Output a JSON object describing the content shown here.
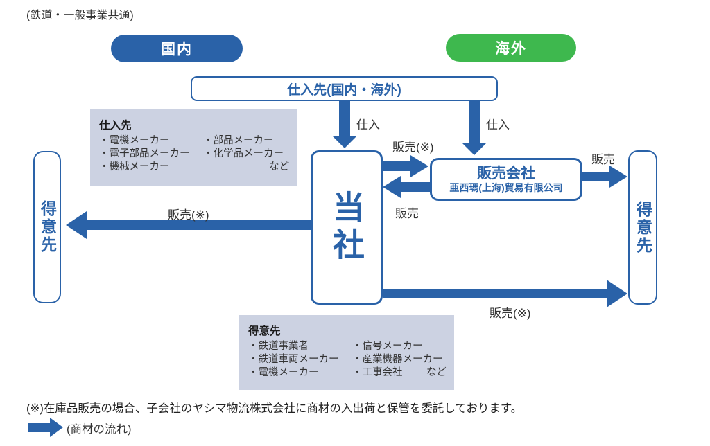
{
  "note": "(鉄道・一般事業共通)",
  "colors": {
    "blue": "#2a62a8",
    "green": "#3eb84e",
    "panel": "#ccd2e2"
  },
  "pills": {
    "domestic": "国内",
    "overseas": "海外"
  },
  "supplier_header": "仕入先(国内・海外)",
  "company": "当社",
  "sales_company": {
    "title": "販売会社",
    "subtitle": "亜西瑪(上海)貿易有限公司"
  },
  "customers": {
    "left": "得意先",
    "right": "得意先"
  },
  "arrow_labels": {
    "purchase_left": "仕入",
    "purchase_right": "仕入",
    "sales_to_salesco": "販売(※)",
    "sales_from_salesco": "販売",
    "salesco_to_customer": "販売",
    "sales_domestic": "販売(※)",
    "sales_overseas_direct": "販売(※)"
  },
  "panels": {
    "supplier": {
      "title": "仕入先",
      "col1": [
        "・電機メーカー",
        "・電子部品メーカー",
        "・機械メーカー"
      ],
      "col2": [
        "・部品メーカー",
        "・化学品メーカー"
      ],
      "etc": "など"
    },
    "customer": {
      "title": "得意先",
      "col1": [
        "・鉄道事業者",
        "・鉄道車両メーカー",
        "・電機メーカー"
      ],
      "col2": [
        "・信号メーカー",
        "・産業機器メーカー",
        "・工事会社"
      ],
      "etc": "など"
    }
  },
  "footnote": "(※)在庫品販売の場合、子会社のヤシマ物流株式会社に商材の入出荷と保管を委託しております。",
  "legend": "(商材の流れ)"
}
